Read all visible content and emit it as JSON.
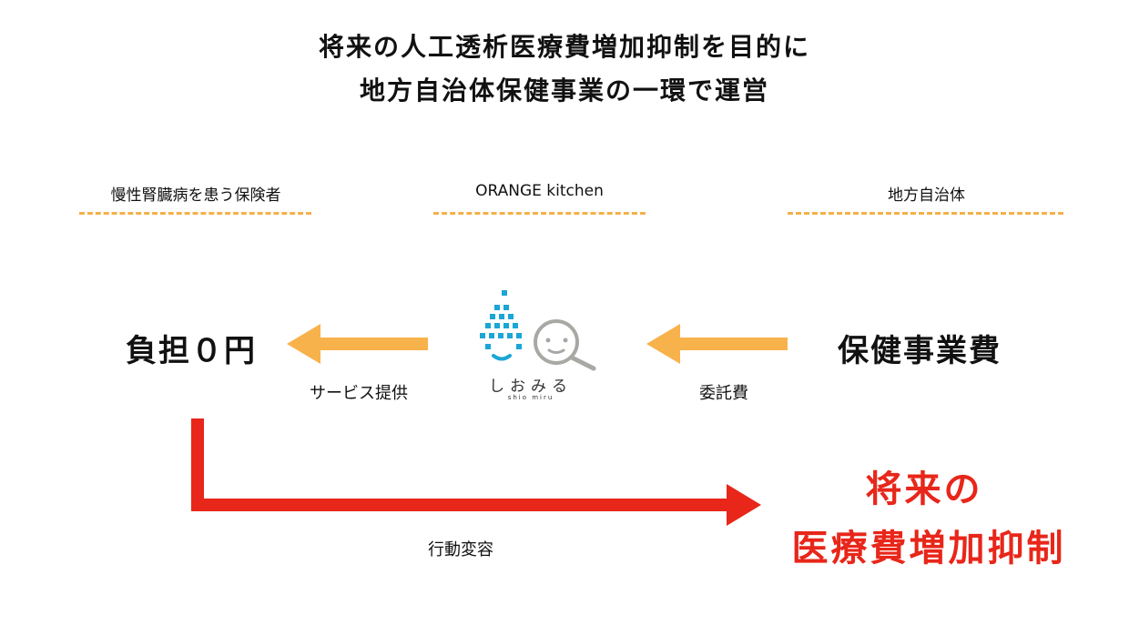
{
  "title": {
    "line1": "将来の人工透析医療費増加抑制を目的に",
    "line2": "地方自治体保健事業の一環で運営"
  },
  "columns": [
    {
      "label": "慢性腎臓病を患う保険者"
    },
    {
      "label": "ORANGE kitchen"
    },
    {
      "label": "地方自治体"
    }
  ],
  "left_box": "負担０円",
  "right_box": "保健事業費",
  "arrow_left_label": "サービス提供",
  "arrow_right_label": "委託費",
  "logo": {
    "name": "しおみる",
    "romaji": "shio miru"
  },
  "bottom_arrow_label": "行動変容",
  "result": {
    "line1": "将来の",
    "line2": "医療費増加抑制"
  },
  "colors": {
    "accent": "#f8b24c",
    "red": "#e8261a",
    "logo_blue": "#1aa6d6",
    "logo_gray": "#a8a8a4"
  }
}
